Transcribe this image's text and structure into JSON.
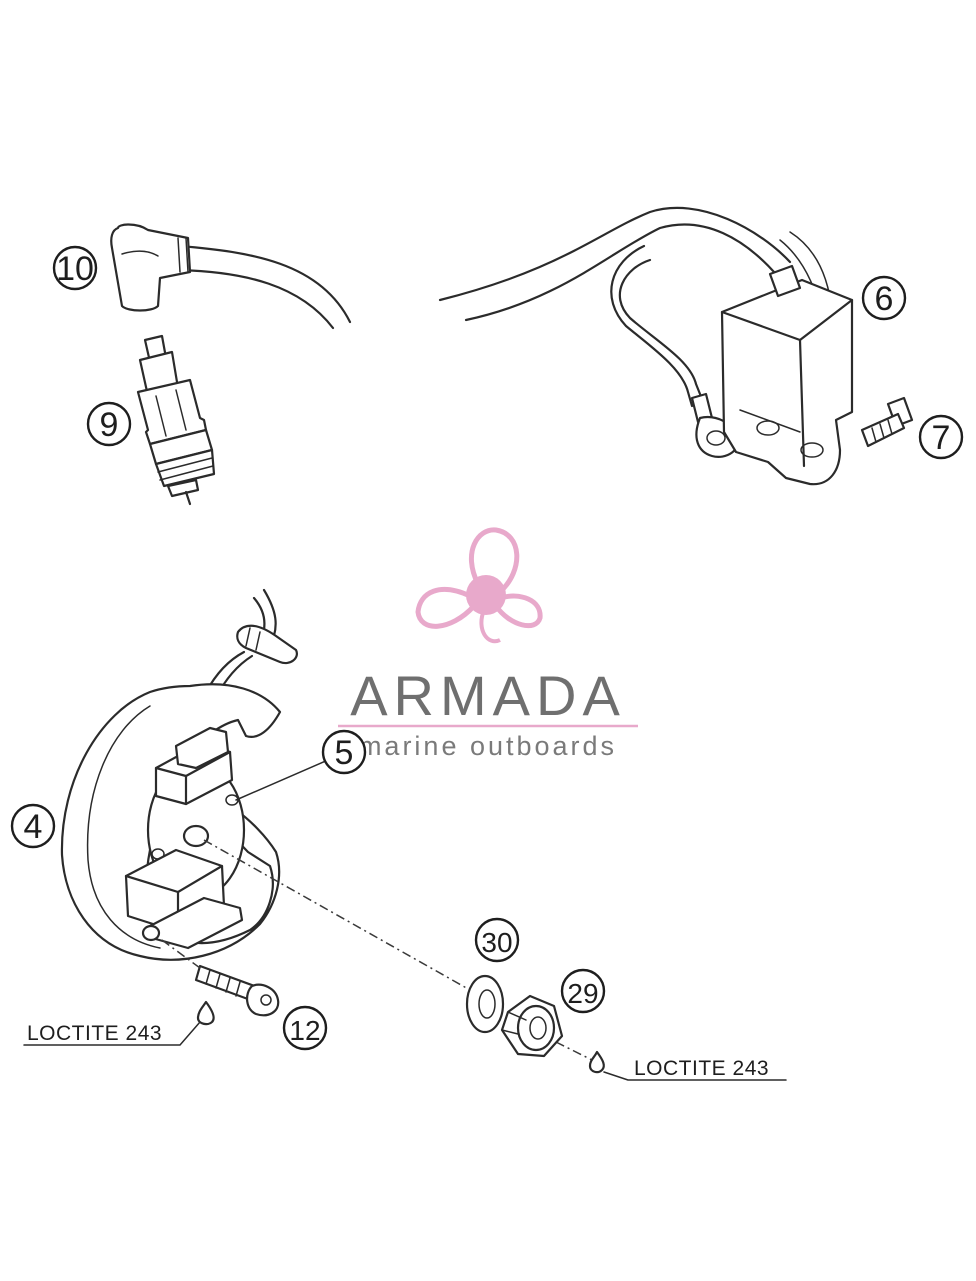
{
  "callouts": {
    "c4": "4",
    "c5": "5",
    "c6": "6",
    "c7": "7",
    "c9": "9",
    "c10": "10",
    "c12": "12",
    "c29": "29",
    "c30": "30"
  },
  "notes": {
    "loctite_left": "LOCTITE 243",
    "loctite_right": "LOCTITE 243"
  },
  "watermark": {
    "name": "ARMADA",
    "tagline": "marine outboards",
    "accent_color": "#e8a9cb",
    "text_color": "#6f6f6f"
  },
  "colors": {
    "line": "#2b2b2b",
    "background": "#ffffff"
  }
}
